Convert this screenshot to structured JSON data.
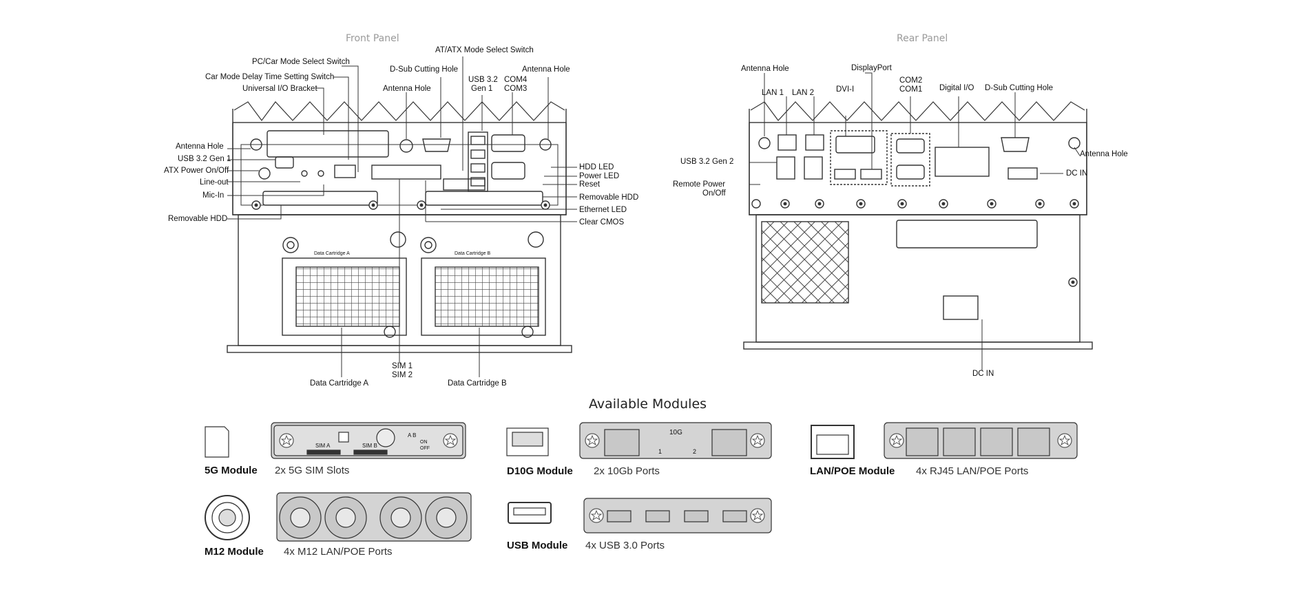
{
  "front_panel": {
    "title": "Front Panel",
    "labels": {
      "at_atx": "AT/ATX Mode Select Switch",
      "pc_car": "PC/Car Mode Select Switch",
      "dsub_cut": "D-Sub Cutting Hole",
      "usb32_top_1": "USB 3.2",
      "usb32_top_2": "Gen 1",
      "com4": "COM4",
      "com3": "COM3",
      "car_delay": "Car Mode Delay Time Setting Switch",
      "antenna_top_right": "Antenna Hole",
      "universal_io": "Universal I/O Bracket",
      "antenna_top_mid": "Antenna Hole",
      "antenna_left": "Antenna Hole",
      "usb32_gen1": "USB 3.2 Gen 1",
      "atx_power": "ATX Power On/Off",
      "line_out": "Line-out",
      "mic_in": "Mic-In",
      "removable_hdd_left": "Removable HDD",
      "hdd_led": "HDD LED",
      "power_led": "Power LED",
      "reset": "Reset",
      "removable_hdd_right": "Removable HDD",
      "ethernet_led": "Ethernet LED",
      "clear_cmos": "Clear CMOS",
      "sim1": "SIM 1",
      "sim2": "SIM 2",
      "cartridge_a": "Data Cartridge A",
      "cartridge_b": "Data Cartridge B",
      "silk_cart_a": "Data Cartridge A",
      "silk_cart_b": "Data Cartridge B"
    }
  },
  "rear_panel": {
    "title": "Rear Panel",
    "labels": {
      "antenna_left": "Antenna Hole",
      "displayport": "DisplayPort",
      "lan1": "LAN 1",
      "lan2": "LAN 2",
      "dvi": "DVI-I",
      "com2": "COM2",
      "com1": "COM1",
      "digital_io": "Digital I/O",
      "dsub_cut": "D-Sub Cutting Hole",
      "antenna_right": "Antenna Hole",
      "usb32_gen2": "USB 3.2 Gen 2",
      "remote_power_1": "Remote Power",
      "remote_power_2": "On/Off",
      "dc_in_right": "DC IN",
      "dc_in_bottom": "DC IN"
    }
  },
  "modules": {
    "title": "Available Modules",
    "items": [
      {
        "name": "5G Module",
        "desc": "2x 5G SIM Slots"
      },
      {
        "name": "D10G Module",
        "desc": "2x 10Gb Ports"
      },
      {
        "name": "LAN/POE Module",
        "desc": "4x RJ45 LAN/POE Ports"
      },
      {
        "name": "M12 Module",
        "desc": "4x M12 LAN/POE Ports"
      },
      {
        "name": "USB Module",
        "desc": "4x USB 3.0 Ports"
      }
    ],
    "silk": {
      "sim_a": "SIM A",
      "sim_b": "SIM B",
      "ab": "A B",
      "on": "ON",
      "off": "OFF",
      "tenG": "10G",
      "p1": "1",
      "p2": "2"
    }
  },
  "colors": {
    "line": "#333333",
    "module_fill": "#d4d4d4",
    "title_gray": "#9a9a9a"
  },
  "icons": [
    "heatsink-fins",
    "screw-icon",
    "rj45-icon",
    "usb-icon",
    "sim-card-icon",
    "m12-connector-icon"
  ]
}
